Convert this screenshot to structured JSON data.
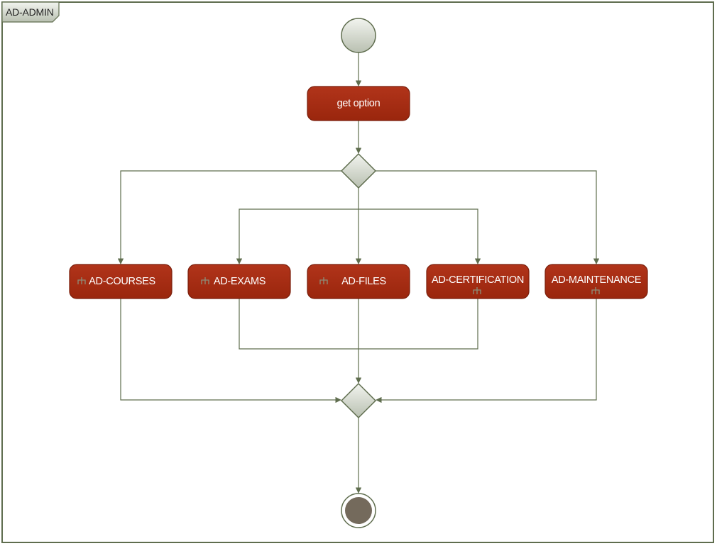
{
  "frame": {
    "title": "AD-ADMIN"
  },
  "nodes": {
    "get_option": "get option",
    "ad_courses": "AD-COURSES",
    "ad_exams": "AD-EXAMS",
    "ad_files": "AD-FILES",
    "ad_certification": "AD-CERTIFICATION",
    "ad_maintenance": "AD-MAINTENANCE"
  },
  "colors": {
    "action_fill": "#a52a10",
    "action_stroke": "#7a1f0c",
    "edge": "#5f6d4e",
    "control_fill": "#d9ddd5",
    "final_fill": "#746a5c"
  },
  "icons": {
    "initial": "initial-node-icon",
    "decision": "decision-node-icon",
    "merge": "merge-node-icon",
    "final": "final-node-icon",
    "subactivity": "subactivity-rake-icon"
  }
}
